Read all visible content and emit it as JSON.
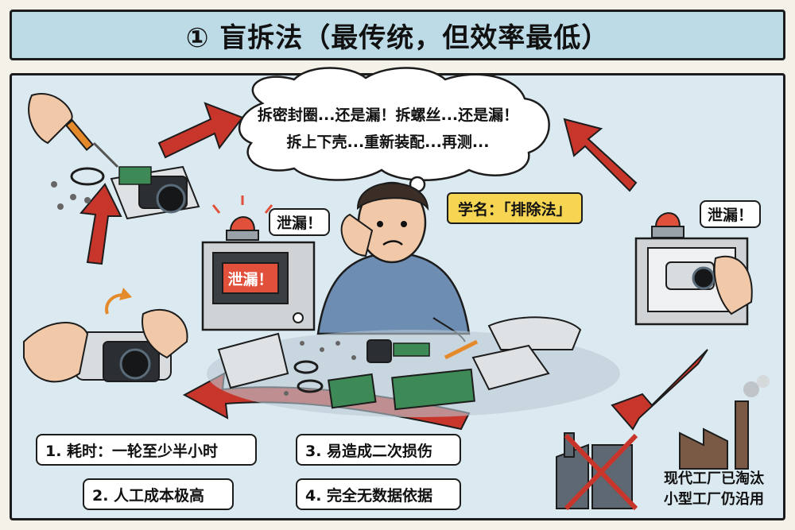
{
  "title": "① 盲拆法（最传统，但效率最低）",
  "thought_bubble": {
    "line1": "拆密封圈...还是漏！拆螺丝...还是漏！",
    "line2": "拆上下壳...重新装配...再测..."
  },
  "alerts": {
    "left": "泄漏！",
    "right": "泄漏！",
    "screen": "泄漏！"
  },
  "scientific_name": "学名：「排除法」",
  "drawbacks": [
    "1. 耗时：一轮至少半小时",
    "2. 人工成本极高",
    "3. 易造成二次损伤",
    "4. 完全无数据依据"
  ],
  "factory_note": {
    "line1": "现代工厂已淘汰",
    "line2": "小型工厂仍沿用"
  },
  "colors": {
    "title_bg": "#bcdbe6",
    "panel_bg": "#dbe9f1",
    "arrow": "#c8362b",
    "alert_red": "#e0503a",
    "badge_yellow": "#f6d553"
  }
}
